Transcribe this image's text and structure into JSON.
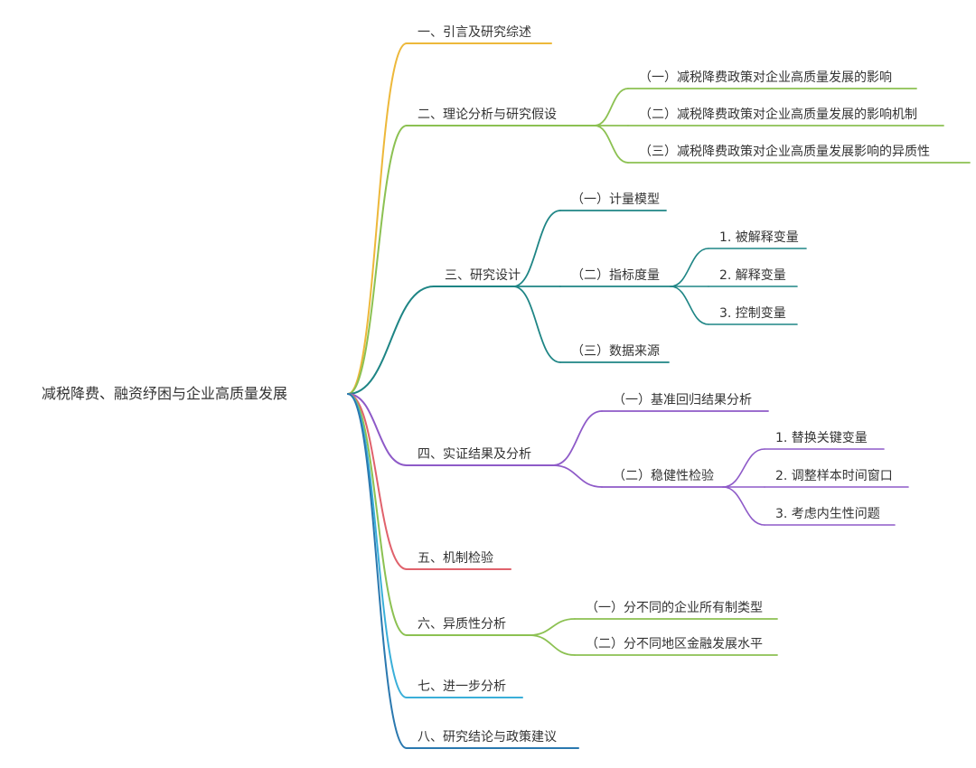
{
  "mindmap": {
    "root": "减税降费、融资纾困与企业高质量发展",
    "branches": [
      {
        "label": "一、引言及研究综述",
        "color": "#EDB83A",
        "children": []
      },
      {
        "label": "二、理论分析与研究假设",
        "color": "#8CC152",
        "children": [
          {
            "label": "（一）减税降费政策对企业高质量发展的影响"
          },
          {
            "label": "（二）减税降费政策对企业高质量发展的影响机制"
          },
          {
            "label": "（三）减税降费政策对企业高质量发展影响的异质性"
          }
        ]
      },
      {
        "label": "三、研究设计",
        "color": "#1E8585",
        "children": [
          {
            "label": "（一）计量模型"
          },
          {
            "label": "（二）指标度量",
            "children": [
              {
                "label": "1. 被解释变量"
              },
              {
                "label": "2. 解释变量"
              },
              {
                "label": "3. 控制变量"
              }
            ]
          },
          {
            "label": "（三）数据来源"
          }
        ]
      },
      {
        "label": "四、实证结果及分析",
        "color": "#8E5AC8",
        "children": [
          {
            "label": "（一）基准回归结果分析"
          },
          {
            "label": "（二）稳健性检验",
            "children": [
              {
                "label": "1. 替换关键变量"
              },
              {
                "label": "2. 调整样本时间窗口"
              },
              {
                "label": "3. 考虑内生性问题"
              }
            ]
          }
        ]
      },
      {
        "label": "五、机制检验",
        "color": "#E0626C",
        "children": []
      },
      {
        "label": "六、异质性分析",
        "color": "#8CC152",
        "children": [
          {
            "label": "（一）分不同的企业所有制类型"
          },
          {
            "label": "（二）分不同地区金融发展水平"
          }
        ]
      },
      {
        "label": "七、进一步分析",
        "color": "#3AAFD9",
        "children": []
      },
      {
        "label": "八、研究结论与政策建议",
        "color": "#2A78AF",
        "children": []
      }
    ]
  }
}
